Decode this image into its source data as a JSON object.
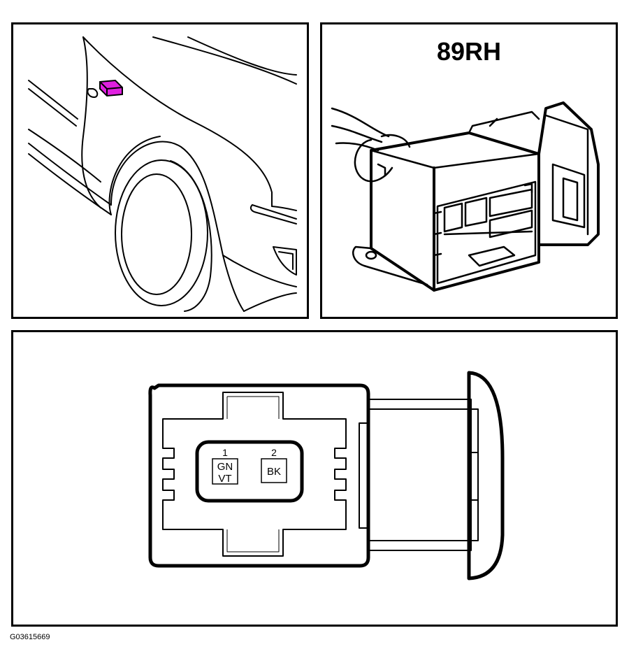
{
  "connector": {
    "id": "89RH"
  },
  "pins": [
    {
      "number": "1",
      "wire_color": [
        "GN",
        "VT"
      ]
    },
    {
      "number": "2",
      "wire_color": [
        "BK"
      ]
    }
  ],
  "figure_code": "G03615669",
  "colors": {
    "highlight": "#e020e0",
    "line": "#000000"
  }
}
